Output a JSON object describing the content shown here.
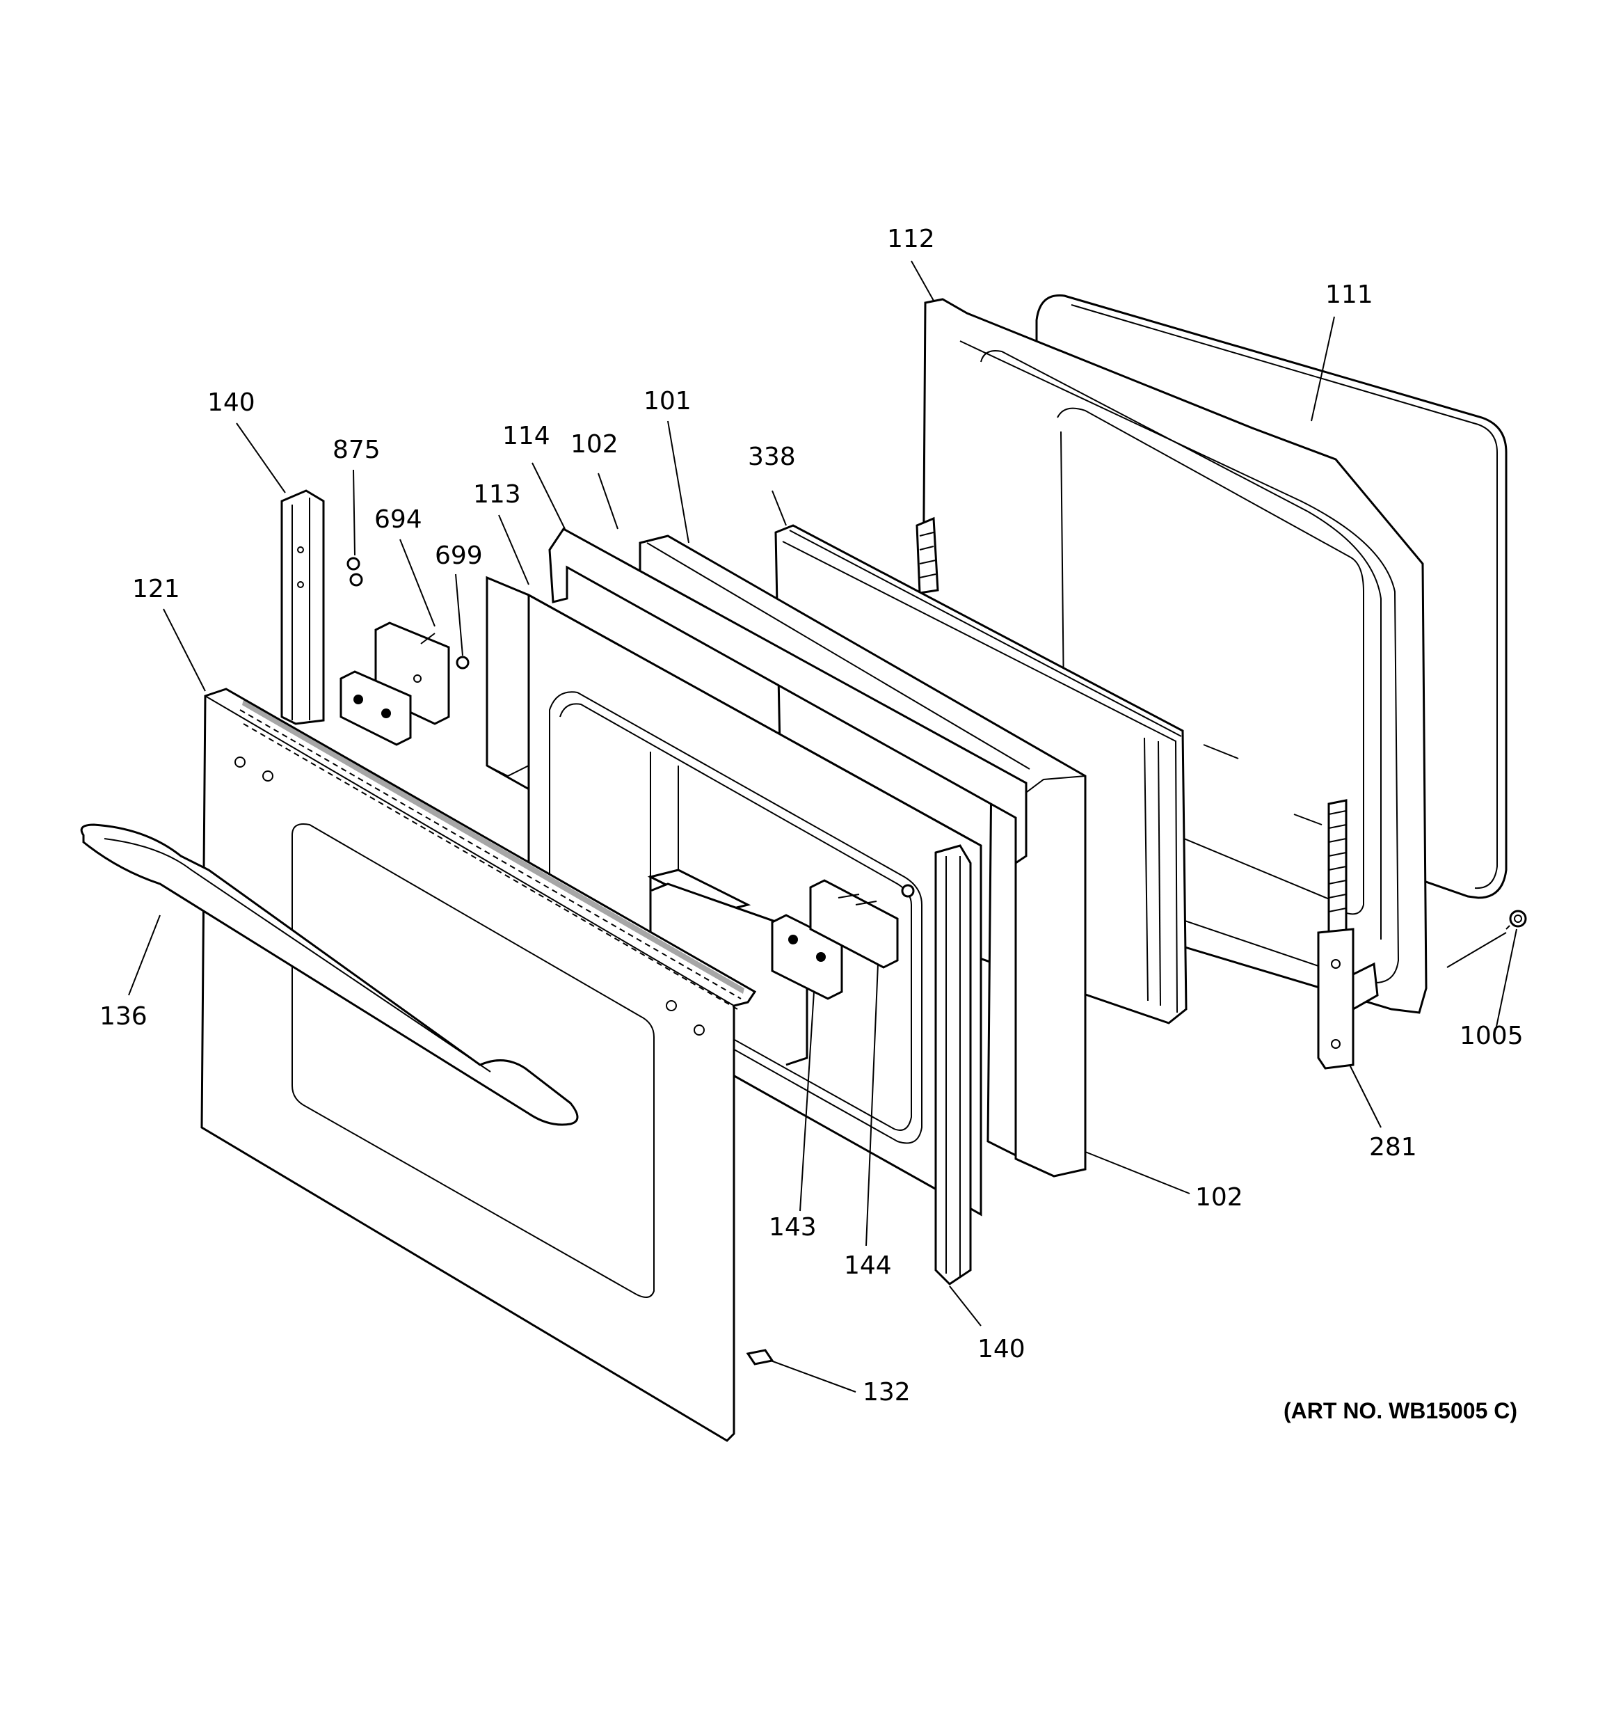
{
  "callouts": {
    "c112": "112",
    "c111": "111",
    "c140_top": "140",
    "c875": "875",
    "c694": "694",
    "c699": "699",
    "c114": "114",
    "c102_top": "102",
    "c101": "101",
    "c338": "338",
    "c113": "113",
    "c121": "121",
    "c136": "136",
    "c1005": "1005",
    "c281": "281",
    "c102_bottom": "102",
    "c143": "143",
    "c144": "144",
    "c140_bottom": "140",
    "c132": "132"
  },
  "art_number": "(ART NO. WB15005 C)"
}
